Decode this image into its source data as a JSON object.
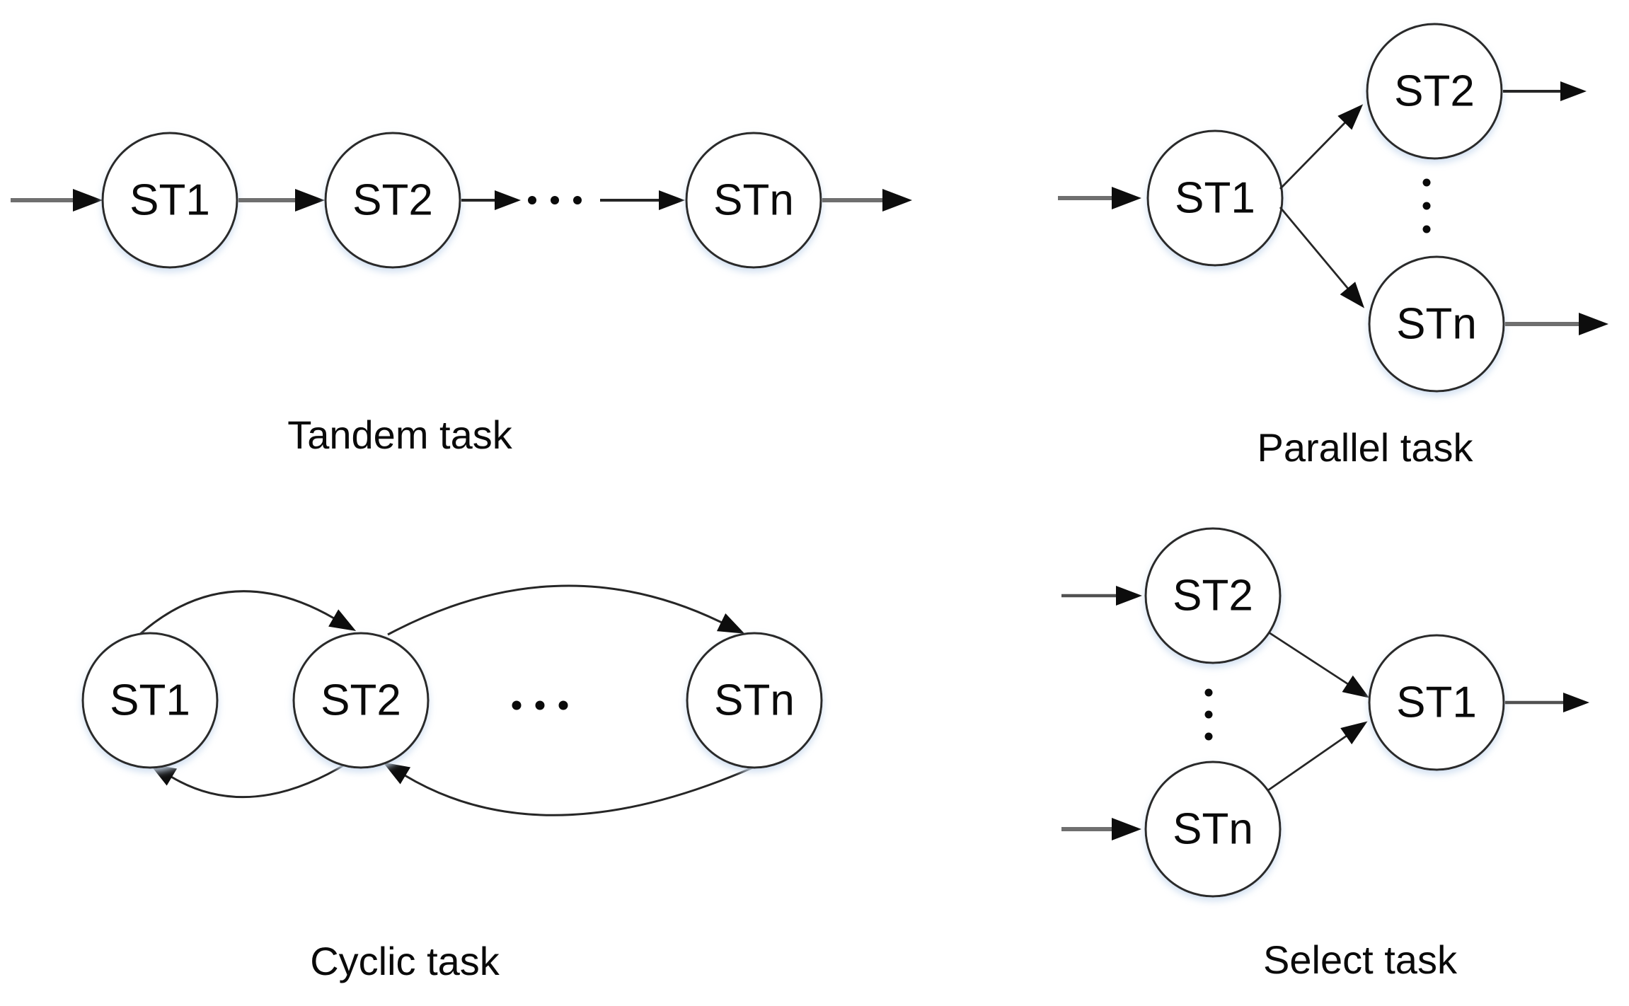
{
  "figure": {
    "tandem": {
      "caption": "Tandem task",
      "node1": "ST1",
      "node2": "ST2",
      "noden": "STn"
    },
    "parallel": {
      "caption": "Parallel task",
      "node1": "ST1",
      "node2": "ST2",
      "noden": "STn"
    },
    "cyclic": {
      "caption": "Cyclic task",
      "node1": "ST1",
      "node2": "ST2",
      "noden": "STn"
    },
    "select": {
      "caption": "Select task",
      "node1": "ST1",
      "node2": "ST2",
      "noden": "STn"
    }
  },
  "colors": {
    "node_fill": "#ffffff",
    "node_stroke": "#2b2b2b",
    "text_color": "#0a0a0a",
    "line_dark": "#262626",
    "line_gray": "#6f6f6f",
    "line_gray_med": "#515151",
    "arrow_fill": "#0d0d0d",
    "node_glow": "#cdddf0"
  }
}
